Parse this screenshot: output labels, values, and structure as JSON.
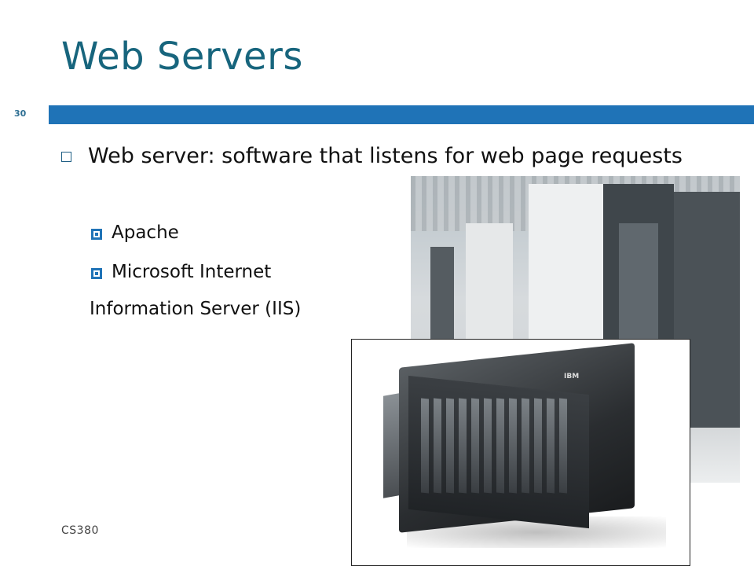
{
  "slide": {
    "title": "Web Servers",
    "slide_number": "30",
    "bullet": "Web server: software that listens for web page requests",
    "sub_bullets": [
      "Apache",
      "Microsoft Internet"
    ],
    "continuation": "Information Server (IIS)",
    "footer": "CS380"
  },
  "colors": {
    "title": "#17657d",
    "accent_bar": "#1f73b7"
  },
  "icons": {
    "bullet": "hollow-square-bullet",
    "sub_bullet": "filled-square-bullet"
  }
}
